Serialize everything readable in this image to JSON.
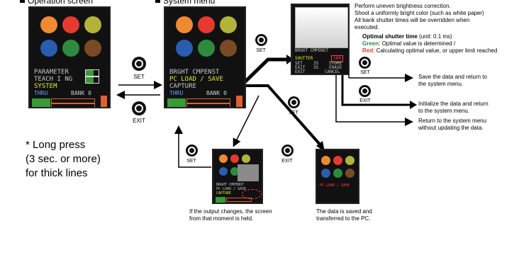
{
  "headers": {
    "operation": "Operation screen",
    "system": "System menu"
  },
  "operation_screen": {
    "line1": "PARAMETER",
    "line2": "TEACH I NG",
    "line3": "SYSTEM",
    "line4a": "THRU",
    "line4b": "BANK 0"
  },
  "system_screen": {
    "line1": "BRGHT CMPENST",
    "line2a": "PC LOAD",
    "line2b": "SAVE",
    "line3": "CAPTURE",
    "line4a": "THRU",
    "line4b": "BANK 0"
  },
  "bright_screen": {
    "title": "BRGHT CMPENST",
    "shutter_label": "SHUTTER",
    "shutter_value": "100",
    "set_label": "SET",
    "set_time": "3S",
    "set_action": "STORE",
    "exit_label": "EXIT",
    "exit_time": "3S",
    "exit_action": "ERASE",
    "exit2_label": "EXIT",
    "exit2_action": "CANCEL"
  },
  "capture_screen": {
    "line1": "BRGHT CMPENST",
    "line2": "PC LOAD / SAVE",
    "line3": "CAPTURE"
  },
  "pcload_screen": {
    "line1": "PC LOAD / SAVE"
  },
  "buttons": {
    "set": "SET",
    "exit": "EXIT"
  },
  "notes": {
    "brightness": [
      "Perform uneven brightness correction.",
      "Shoot a uniformly bright color (such as white paper)",
      "All bank shutter times will be overridden when",
      "executed."
    ],
    "opt_title": "Optimal shutter time",
    "opt_unit": " (unit: 0.1 ms)",
    "green_word": "Green",
    "green_text": ": Optimal value is determined /",
    "red_word": "Red",
    "red_text": ": Calculating optimal value, or upper limit reached",
    "save": [
      "Save the data and return to",
      "the system menu."
    ],
    "init": [
      "Initialize the data and return",
      "to the system menu."
    ],
    "return": [
      "Return to the system menu",
      "without updating the data."
    ],
    "output": [
      "If the output changes, the screen",
      "from that moment is held."
    ],
    "saved": [
      "The data is saved and",
      "transferred to the PC."
    ],
    "long_press": [
      "* Long press",
      " (3 sec. or more)",
      " for thick lines"
    ]
  },
  "colors": {
    "orange": "#f08a30",
    "red": "#e63a2e",
    "olive": "#b3b33a",
    "blue": "#2a5cb0",
    "green": "#2e8b3e",
    "brown": "#7a4a24"
  }
}
